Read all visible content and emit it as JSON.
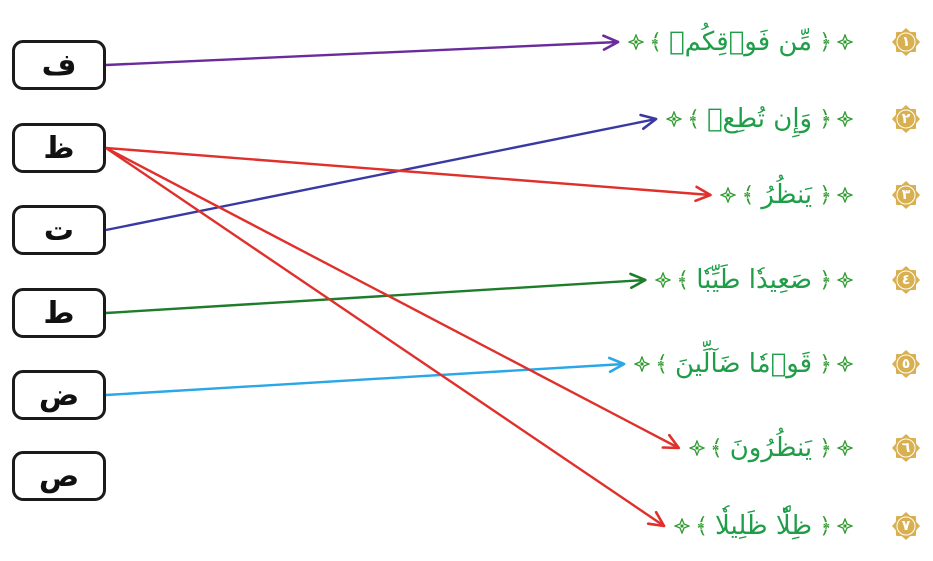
{
  "letters": [
    {
      "label": "ف"
    },
    {
      "label": "ظ"
    },
    {
      "label": "ت"
    },
    {
      "label": "ط"
    },
    {
      "label": "ض"
    },
    {
      "label": "ص"
    }
  ],
  "words": [
    {
      "number": "١",
      "text": "مِّن فَوۡقِكُمۡ"
    },
    {
      "number": "٢",
      "text": "وَإِن تُطِعۡ"
    },
    {
      "number": "٣",
      "text": "يَنظُرُ"
    },
    {
      "number": "٤",
      "text": "صَعِيدٗا طَيِّبٗا"
    },
    {
      "number": "٥",
      "text": "قَوۡمٗا ضَآلِّينَ"
    },
    {
      "number": "٦",
      "text": "يَنظُرُونَ"
    },
    {
      "number": "٧",
      "text": "ظِلّٗا ظَلِيلٗا"
    }
  ],
  "brackets": {
    "open": "﴿",
    "close": "﴾"
  },
  "colors": {
    "word_text": "#1f9d48",
    "badge": "#d8b04f",
    "ornament": "#2f9a2e",
    "box_border": "#1b1b1b"
  },
  "connections": [
    {
      "letter_index": 0,
      "word_index": 0,
      "color": "#6a2c9c"
    },
    {
      "letter_index": 2,
      "word_index": 1,
      "color": "#3a39a3"
    },
    {
      "letter_index": 1,
      "word_index": 2,
      "color": "#e0302b"
    },
    {
      "letter_index": 3,
      "word_index": 3,
      "color": "#1e7d2a"
    },
    {
      "letter_index": 4,
      "word_index": 4,
      "color": "#2aa7e6"
    },
    {
      "letter_index": 1,
      "word_index": 5,
      "color": "#e0302b"
    },
    {
      "letter_index": 1,
      "word_index": 6,
      "color": "#e0302b"
    }
  ]
}
